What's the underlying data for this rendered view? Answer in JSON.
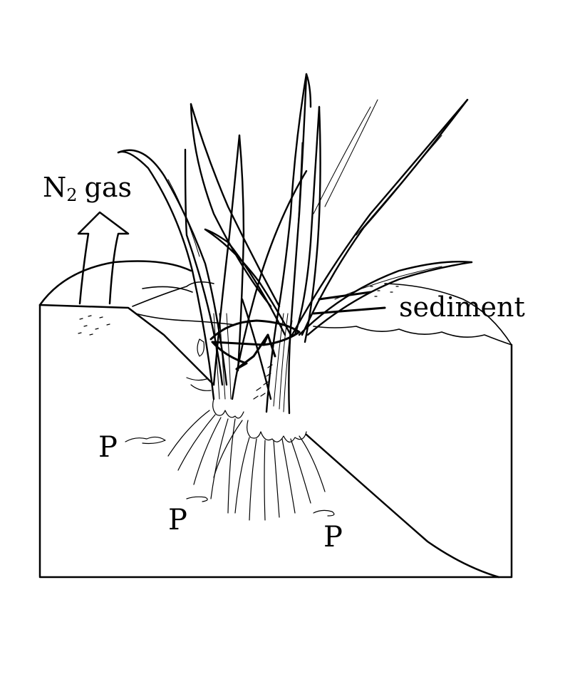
{
  "labels": {
    "n2_main": "N",
    "n2_sub": "2",
    "n2_suffix": "gas",
    "sediment": "sediment",
    "p_markers": [
      "P",
      "P",
      "P"
    ]
  },
  "icons": [
    "upward-arrow-icon",
    "circular-flow-arrow-icon"
  ],
  "colors": {
    "ink": "#000000",
    "paper": "#ffffff"
  }
}
